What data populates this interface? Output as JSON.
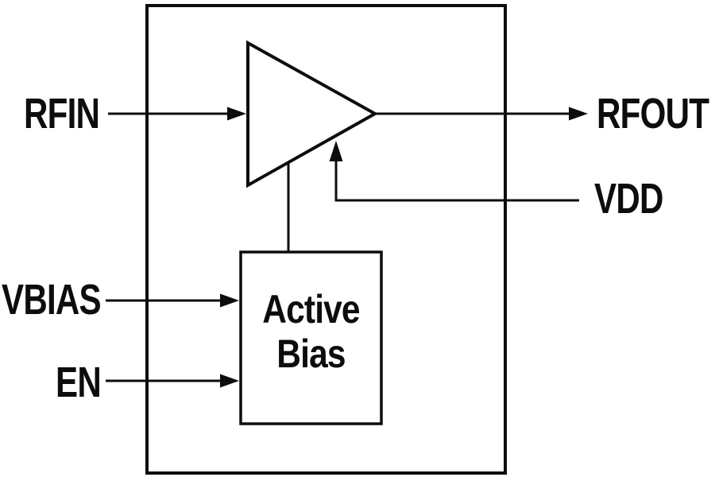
{
  "diagram": {
    "type": "block-diagram",
    "description": "RF amplifier functional block diagram",
    "pins": {
      "rfin": "RFIN",
      "rfout": "RFOUT",
      "vdd": "VDD",
      "vbias": "VBIAS",
      "en": "EN"
    },
    "blocks": {
      "active_bias": {
        "label_line1": "Active",
        "label_line2": "Bias"
      },
      "amplifier": "amplifier-triangle"
    }
  },
  "colors": {
    "ink": "#0d0d0d",
    "background": "#ffffff"
  }
}
